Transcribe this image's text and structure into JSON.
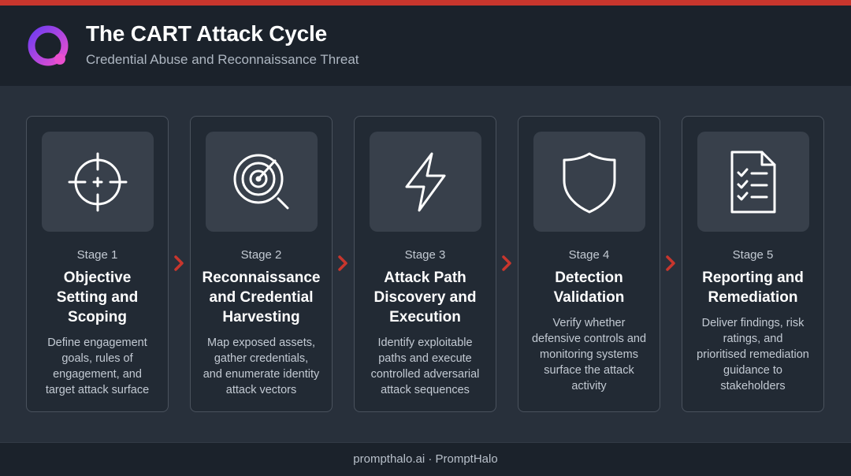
{
  "colors": {
    "accent": "#c8362d",
    "header_bg": "#1b222b",
    "body_bg": "#28303b",
    "card_bg": "#222a34",
    "tile_bg": "#38404b",
    "logo_gradient": [
      "#7b3ff2",
      "#e04bd4"
    ]
  },
  "header": {
    "title": "The CART Attack Cycle",
    "subtitle": "Credential Abuse and Reconnaissance Threat",
    "logo_icon": "halo-ring-icon"
  },
  "stages": [
    {
      "label": "Stage 1",
      "icon": "crosshair-icon",
      "title_lines": [
        "Objective",
        "Setting and",
        "Scoping"
      ],
      "desc_lines": [
        "Define engagement",
        "goals, rules of",
        "engagement, and",
        "target attack surface"
      ]
    },
    {
      "label": "Stage 2",
      "icon": "radar-search-icon",
      "title_lines": [
        "Reconnaissance",
        "and Credential",
        "Harvesting"
      ],
      "desc_lines": [
        "Map exposed assets,",
        "gather credentials,",
        "and enumerate identity",
        "attack vectors"
      ]
    },
    {
      "label": "Stage 3",
      "icon": "lightning-bolt-icon",
      "title_lines": [
        "Attack Path",
        "Discovery and",
        "Execution"
      ],
      "desc_lines": [
        "Identify exploitable",
        "paths and execute",
        "controlled adversarial",
        "attack sequences"
      ]
    },
    {
      "label": "Stage 4",
      "icon": "shield-icon",
      "title_lines": [
        "Detection",
        "Validation"
      ],
      "desc_lines": [
        "Verify whether",
        "defensive controls and",
        "monitoring systems",
        "surface the attack",
        "activity"
      ]
    },
    {
      "label": "Stage 5",
      "icon": "checklist-document-icon",
      "title_lines": [
        "Reporting and",
        "Remediation"
      ],
      "desc_lines": [
        "Deliver findings, risk",
        "ratings, and",
        "prioritised remediation",
        "guidance to",
        "stakeholders"
      ]
    }
  ],
  "footer": {
    "text": "prompthalo.ai · PromptHalo"
  }
}
